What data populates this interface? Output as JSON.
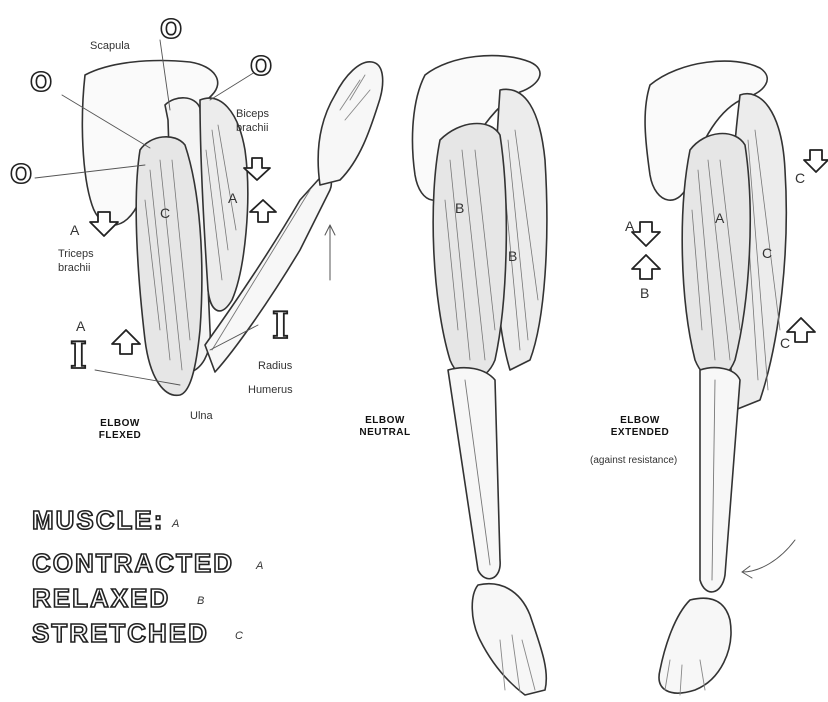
{
  "labels": {
    "scapula": "Scapula",
    "biceps_1": "Biceps",
    "biceps_2": "brachii",
    "triceps_1": "Triceps",
    "triceps_2": "brachii",
    "radius": "Radius",
    "humerus": "Humerus",
    "ulna": "Ulna"
  },
  "markers": {
    "origin": "O",
    "insertion": "I",
    "a": "A",
    "b": "B",
    "c": "C"
  },
  "captions": {
    "flexed_1": "ELBOW",
    "flexed_2": "FLEXED",
    "neutral_1": "ELBOW",
    "neutral_2": "NEUTRAL",
    "extended_1": "ELBOW",
    "extended_2": "EXTENDED",
    "extended_note": "(against resistance)"
  },
  "legend": {
    "muscle": "MUSCLE:",
    "muscle_key": "A",
    "contracted": "CONTRACTED",
    "contracted_key": "A",
    "relaxed": "RELAXED",
    "relaxed_key": "B",
    "stretched": "STRETCHED",
    "stretched_key": "C"
  }
}
